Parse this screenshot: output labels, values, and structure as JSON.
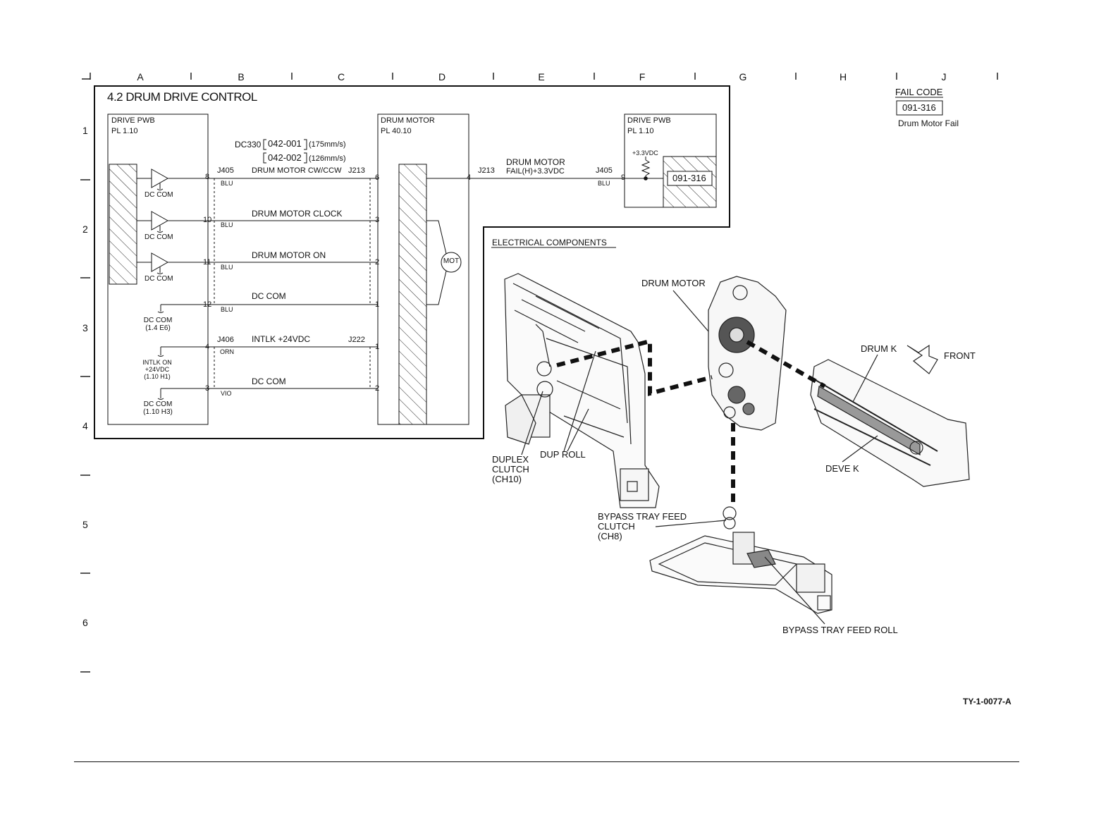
{
  "grid": {
    "columns": [
      "A",
      "B",
      "C",
      "D",
      "E",
      "F",
      "G",
      "H",
      "J"
    ],
    "rows": [
      "1",
      "2",
      "3",
      "4",
      "5",
      "6"
    ]
  },
  "section": {
    "title": "4.2 DRUM DRIVE CONTROL"
  },
  "fail_code": {
    "label": "FAIL CODE",
    "code": "091-316",
    "description": "Drum Motor Fail"
  },
  "drive_pwb_left": {
    "name": "DRIVE PWB",
    "pl": "PL 1.10"
  },
  "drum_motor_box": {
    "name": "DRUM MOTOR",
    "pl": "PL 40.10",
    "symbol": "MOT"
  },
  "drive_pwb_right": {
    "name": "DRIVE PWB",
    "pl": "PL 1.10",
    "pullup": "+3.3VDC",
    "code": "091-316"
  },
  "dc330": {
    "label": "DC330",
    "code1": "042-001",
    "speed1": "(175mm/s)",
    "code2": "042-002",
    "speed2": "(126mm/s)"
  },
  "connectors": {
    "j405": "J405",
    "j213": "J213",
    "j406": "J406",
    "j222": "J222",
    "j213_right": "J213",
    "j405_right": "J405"
  },
  "signals": [
    {
      "name": "DRUM MOTOR CW/CCW",
      "pin_left": "8",
      "wire": "BLU",
      "pin_right": "6"
    },
    {
      "name": "DRUM MOTOR CLOCK",
      "pin_left": "10",
      "wire": "BLU",
      "pin_right": "3"
    },
    {
      "name": "DRUM MOTOR ON",
      "pin_left": "11",
      "wire": "BLU",
      "pin_right": "2"
    },
    {
      "name": "DC COM",
      "pin_left": "12",
      "wire": "BLU",
      "pin_right": "1"
    },
    {
      "name": "INTLK +24VDC",
      "pin_left": "4",
      "wire": "ORN",
      "pin_right": "1"
    },
    {
      "name": "DC COM",
      "pin_left": "3",
      "wire": "VIO",
      "pin_right": "2"
    }
  ],
  "fail_signal": {
    "name_line1": "DRUM MOTOR",
    "name_line2": "FAIL(H)+3.3VDC",
    "pin_motor": "4",
    "pin_pwb": "9",
    "wire": "BLU"
  },
  "grounds": {
    "dc_com": "DC COM",
    "dc_com_ref1": "DC COM",
    "ref1": "(1.4 E6)",
    "intlk_line1": "INTLK ON",
    "intlk_line2": "+24VDC",
    "intlk_ref": "(1.10 H1)",
    "dc_com_ref2": "DC COM",
    "ref2": "(1.10 H3)"
  },
  "components": {
    "heading": "ELECTRICAL COMPONENTS",
    "drum_motor": "DRUM MOTOR",
    "drum_k": "DRUM K",
    "front": "FRONT",
    "deve_k": "DEVE K",
    "dup_roll": "DUP ROLL",
    "duplex_line1": "DUPLEX",
    "duplex_line2": "CLUTCH",
    "duplex_line3": "(CH10)",
    "bypass_clutch_line1": "BYPASS TRAY FEED",
    "bypass_clutch_line2": "CLUTCH",
    "bypass_clutch_line3": "(CH8)",
    "bypass_roll": "BYPASS TRAY FEED ROLL"
  },
  "figure_id": "TY-1-0077-A"
}
